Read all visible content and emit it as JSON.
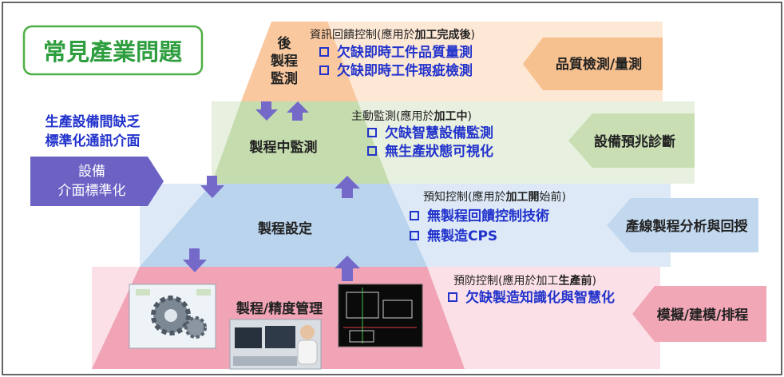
{
  "title": "常見產業問題",
  "left": {
    "note_line1": "生產設備間缺乏",
    "note_line2": "標準化通訊介面",
    "box_line1": "設備",
    "box_line2": "介面標準化"
  },
  "levels": [
    {
      "label_lines": [
        "後",
        "製程",
        "監測"
      ],
      "header_prefix": "資訊回饋控制(應用於",
      "header_bold": "加工完成後",
      "header_suffix": ")",
      "items": [
        "欠缺即時工件品質量測",
        "欠缺即時工件瑕疵檢測"
      ],
      "solution": "品質檢測/量測",
      "band_color": "#fde7d5",
      "tri_color": "#f9c89f",
      "sol_color": "#f6c08f"
    },
    {
      "label": "製程中監測",
      "header_prefix": "主動監測(應用於",
      "header_bold": "加工中",
      "header_suffix": ")",
      "items": [
        "欠缺智慧設備監測",
        "無生產狀態可視化"
      ],
      "solution": "設備預兆診斷",
      "band_color": "#e8f0df",
      "tri_color": "#c5dcae",
      "sol_color": "#c9deb3"
    },
    {
      "label": "製程設定",
      "header_prefix": "預知控制(應用於",
      "header_bold": "加工開",
      "header_suffix": "始前)",
      "items": [
        "無製程回饋控制技術",
        "無製造CPS"
      ],
      "solution": "產線製程分析與回授",
      "band_color": "#dde9f6",
      "tri_color": "#bad4ee",
      "sol_color": "#c2d8ef"
    },
    {
      "label": "製程/精度管理",
      "header_prefix": "預防控制(應用於加工",
      "header_bold": "生產前",
      "header_suffix": ")",
      "items": [
        "欠缺製造知識化與智慧化"
      ],
      "solution": "模擬/建模/排程",
      "band_color": "#fbe0e7",
      "tri_color": "#f0a4b6",
      "sol_color": "#f2a7b7"
    }
  ],
  "colors": {
    "title_green": "#2e9e3f",
    "text_blue": "#2233cc",
    "arrow_purple": "#7469c9",
    "left_box": "#6b62c4"
  },
  "icons": [
    "arrow-down-icon",
    "arrow-up-icon",
    "checkbox-icon",
    "gear-photo",
    "cad-drawing-photo",
    "engineer-photo"
  ]
}
